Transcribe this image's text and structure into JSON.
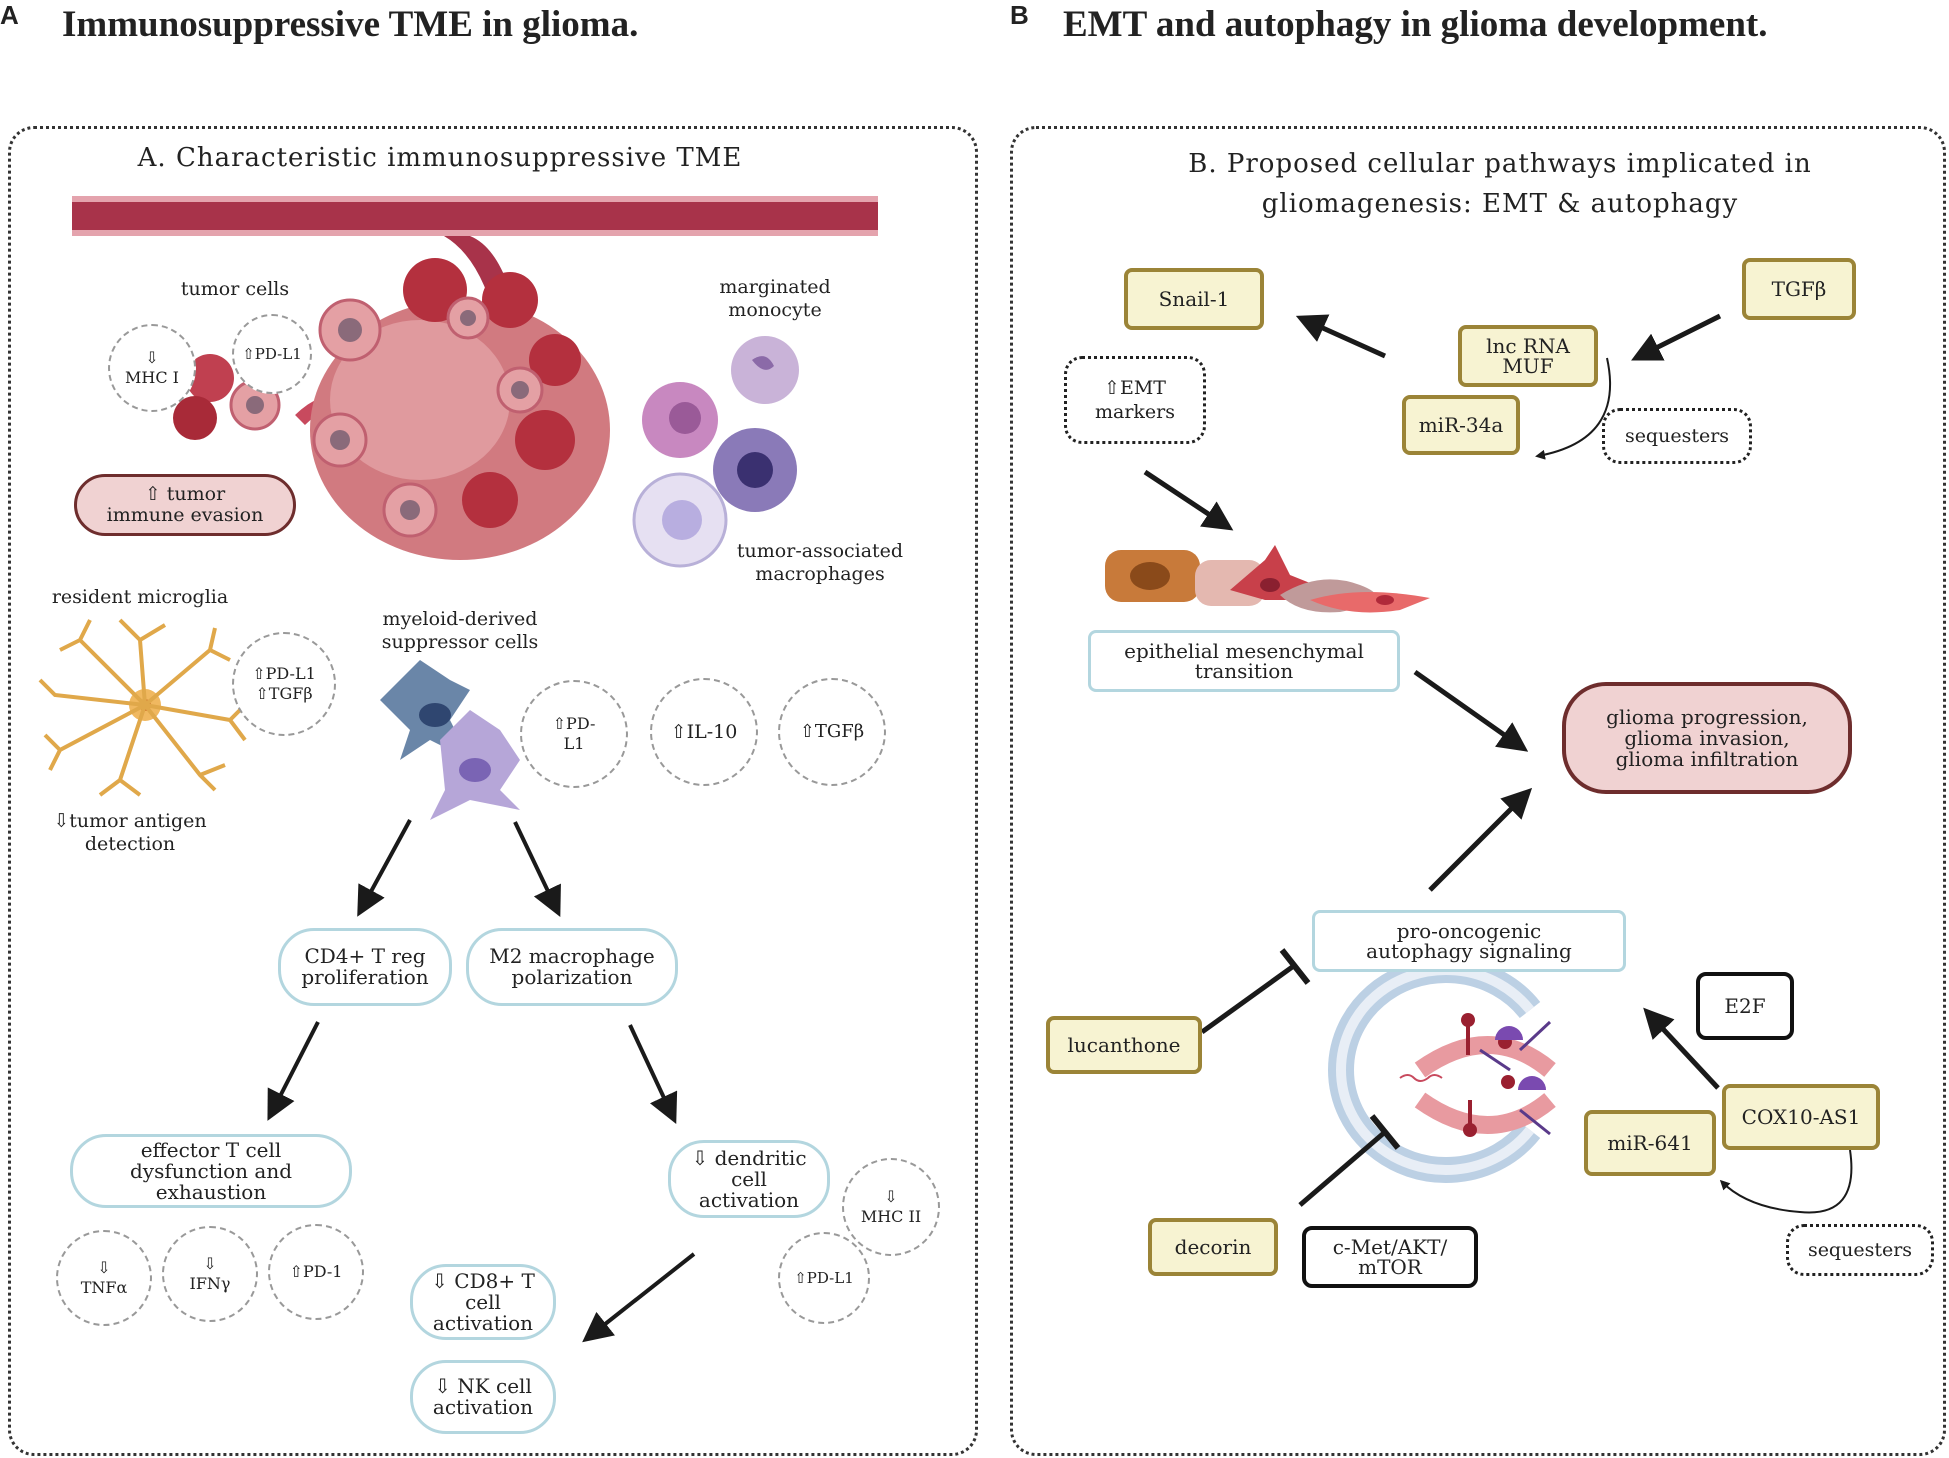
{
  "header": {
    "a_letter": "A",
    "a_title": "Immunosuppressive TME in glioma.",
    "b_letter": "B",
    "b_title": "EMT and autophagy in glioma development."
  },
  "panel_a": {
    "title": "A. Characteristic immunosuppressive TME",
    "tumor_cells": "tumor cells",
    "mhc1": "⇩\nMHC I",
    "pdl1_top": "⇧PD-L1",
    "tumor_evasion": "⇧ tumor\nimmune evasion",
    "marginated": "marginated\nmonocyte",
    "tams": "tumor-associated\nmacrophages",
    "microglia": "resident microglia",
    "microglia_markers": "⇧PD-L1\n⇧TGFβ",
    "antigen": "⇩tumor antigen\ndetection",
    "mdsc": "myeloid-derived\nsuppressor cells",
    "mdsc_pdl1": "⇧PD-\nL1",
    "il10": "⇧IL-10",
    "tgfb": "⇧TGFβ",
    "treg": "CD4+ T reg\nproliferation",
    "m2": "M2 macrophage\npolarization",
    "effector": "effector T cell\ndysfunction and\nexhaustion",
    "tnfa": "⇩\nTNFα",
    "ifng": "⇩\nIFNγ",
    "pd1": "⇧PD-1",
    "dendritic": "⇩ dendritic\ncell\nactivation",
    "mhc2": "⇩\nMHC II",
    "pdl1_low": "⇧PD-L1",
    "cd8": "⇩ CD8+ T\ncell\nactivation",
    "nk": "⇩ NK cell\nactivation"
  },
  "panel_b": {
    "title": "B. Proposed cellular pathways implicated in\ngliomagenesis: EMT & autophagy",
    "snail": "Snail-1",
    "tgfb": "TGFβ",
    "lnc": "lnc RNA\nMUF",
    "mir34": "miR-34a",
    "sequesters1": "sequesters",
    "emt_markers": "⇧EMT\nmarkers",
    "emt": "epithelial mesenchymal\ntransition",
    "glioma": "glioma progression,\nglioma invasion,\nglioma infiltration",
    "autophagy": "pro-oncogenic\nautophagy signaling",
    "e2f": "E2F",
    "lucanthone": "lucanthone",
    "cox": "COX10-AS1",
    "mir641": "miR-641",
    "sequesters2": "sequesters",
    "decorin": "decorin",
    "cmet": "c-Met/AKT/\nmTOR"
  }
}
